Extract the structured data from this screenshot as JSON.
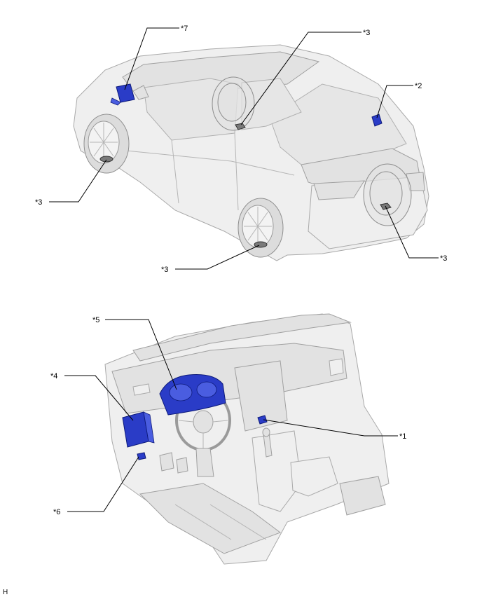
{
  "figure": {
    "corner_mark": "H",
    "callouts": {
      "c1": "*1",
      "c2": "*2",
      "c3a": "*3",
      "c3b": "*3",
      "c3c": "*3",
      "c3d": "*3",
      "c4": "*4",
      "c5": "*5",
      "c6": "*6",
      "c7": "*7"
    },
    "colors": {
      "highlight_part": "#2a3cc7",
      "body": "#efefef",
      "outline": "#a9a9a9"
    }
  }
}
